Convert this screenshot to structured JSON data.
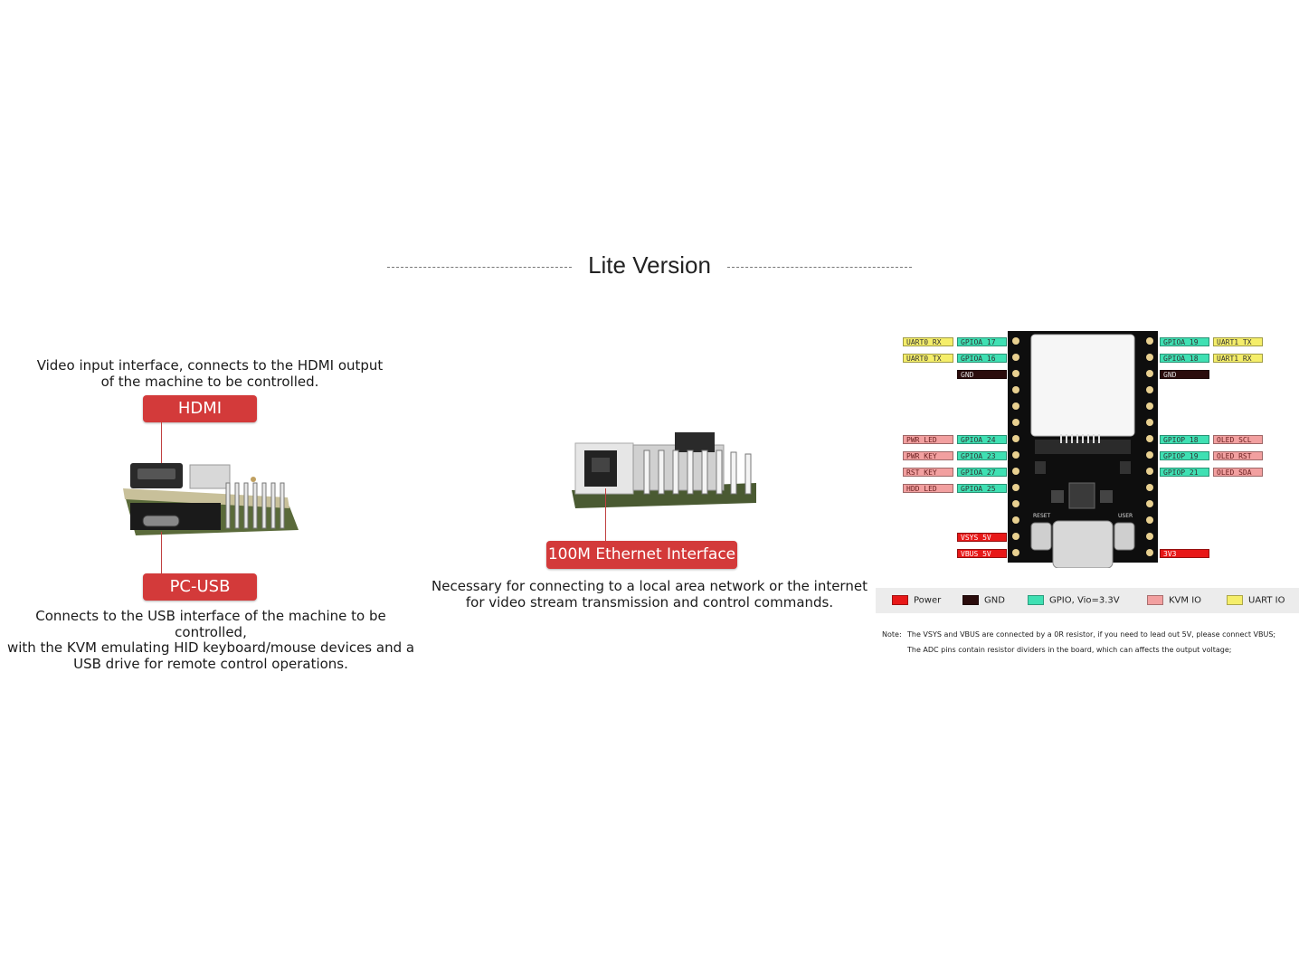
{
  "title": "Lite Version",
  "hdmi": {
    "description": "Video input interface, connects to the HDMI output\nof the machine to be controlled.",
    "label": "HDMI"
  },
  "pcusb": {
    "label": "PC-USB",
    "description": "Connects to the USB interface of the machine to be controlled,\nwith the KVM emulating HID keyboard/mouse devices and a\nUSB drive for remote control operations."
  },
  "ethernet": {
    "label": "100M Ethernet Interface",
    "description": "Necessary for connecting to a local area network or the internet\nfor video stream transmission and control commands."
  },
  "pinout": {
    "left_pins": [
      [
        "UART0 RX",
        "GPIOA 17"
      ],
      [
        "UART0 TX",
        "GPIOA 16"
      ],
      [
        "",
        "GND"
      ],
      [
        "PWR LED",
        "GPIOA 24"
      ],
      [
        "PWR KEY",
        "GPIOA 23"
      ],
      [
        "RST KEY",
        "GPIOA 27"
      ],
      [
        "HDD LED",
        "GPIOA 25"
      ],
      [
        "",
        "VSYS 5V"
      ],
      [
        "",
        "VBUS 5V"
      ]
    ],
    "right_pins": [
      [
        "GPIOA 19",
        "UART1 TX"
      ],
      [
        "GPIOA 18",
        "UART1 RX"
      ],
      [
        "GND",
        ""
      ],
      [
        "GPIOP 18",
        "OLED SCL"
      ],
      [
        "GPIOP 19",
        "OLED RST"
      ],
      [
        "GPIOP 21",
        "OLED SDA"
      ],
      [
        "3V3",
        ""
      ]
    ],
    "board_labels": {
      "reset": "RESET",
      "user": "USER"
    }
  },
  "legend": [
    {
      "label": "Power",
      "color": "#e81818"
    },
    {
      "label": "GND",
      "color": "#2a0c0c"
    },
    {
      "label": "GPIO, Vio=3.3V",
      "color": "#3fe0b3"
    },
    {
      "label": "KVM IO",
      "color": "#f2a0a0"
    },
    {
      "label": "UART IO",
      "color": "#f5ee6a"
    }
  ],
  "note": {
    "prefix": "Note:",
    "line1": "The VSYS and VBUS are connected by a 0R resistor, if you need to lead out 5V, please connect VBUS;",
    "line2": "The ADC pins contain resistor dividers in the board, which can affects the output voltage;"
  }
}
